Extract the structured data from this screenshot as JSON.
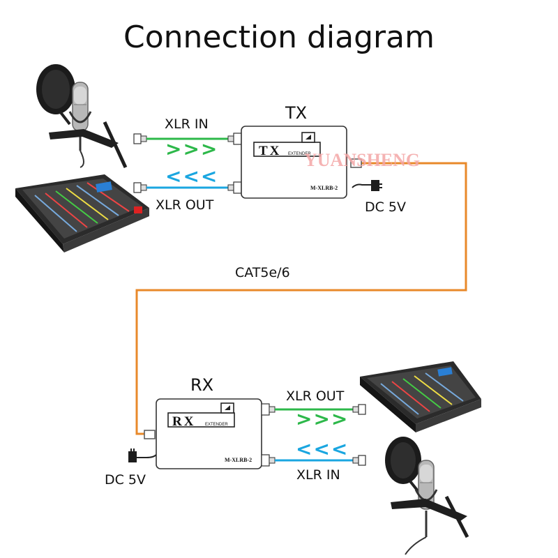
{
  "title": "Connection diagram",
  "watermark": "YUANSHENG",
  "tx": {
    "label": "TX",
    "device_text": "TX",
    "device_sub": "EXTENDER",
    "model": "M-XLRB-2",
    "xlr_in": "XLR IN",
    "xlr_out": "XLR OUT",
    "power": "DC 5V"
  },
  "cable": "CAT5e/6",
  "rx": {
    "label": "RX",
    "device_text": "RX",
    "device_sub": "EXTENDER",
    "model": "M-XLRB-2",
    "xlr_out": "XLR OUT",
    "xlr_in": "XLR IN",
    "power": "DC 5V"
  },
  "arrows": {
    "forward": ">>>",
    "backward": "<<<"
  },
  "colors": {
    "forward_line": "#2db84a",
    "backward_line": "#1aa6e0",
    "cat_cable": "#e8892a",
    "watermark": "#f4a6a6"
  }
}
